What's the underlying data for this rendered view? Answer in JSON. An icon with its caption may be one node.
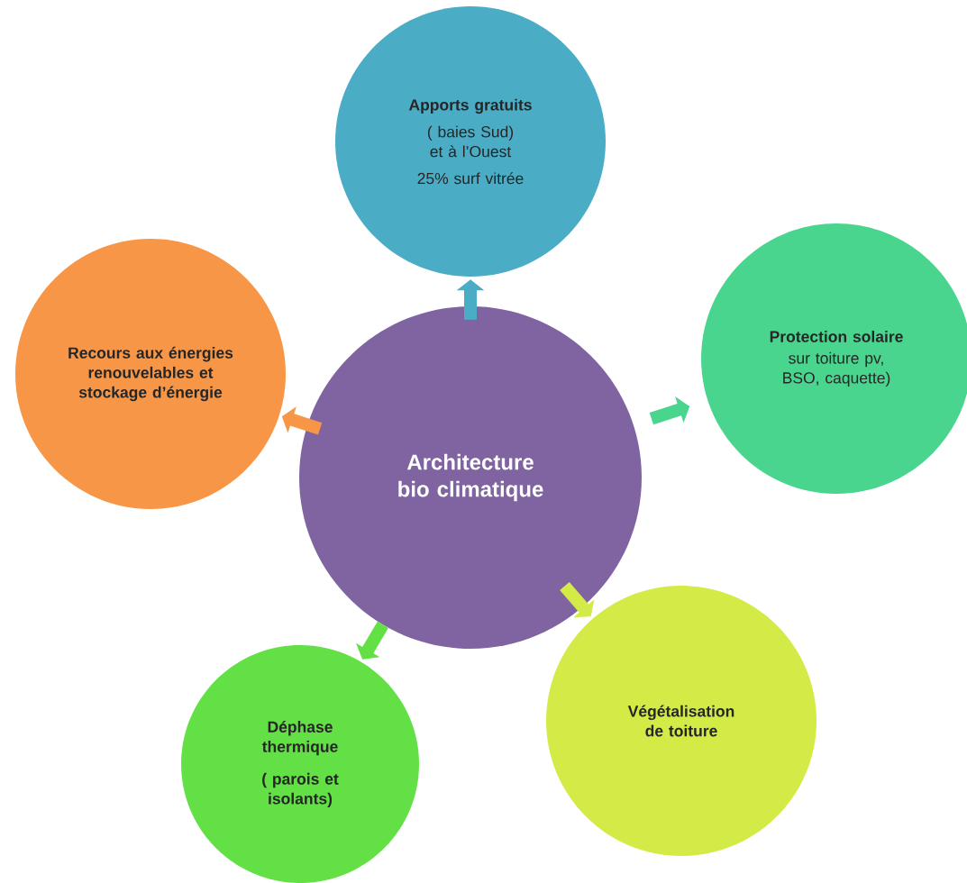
{
  "diagram": {
    "nodes": [
      {
        "text": [
          "Architecture bio climatique"
        ]
      },
      {
        "text": [
          "Apports gratuits",
          "( baies Sud) et à l’Ouest",
          "25% surf vitrée"
        ]
      },
      {
        "text": [
          "Protection solaire",
          "sur toiture pv, BSO, caquette)"
        ]
      },
      {
        "text": [
          "Végétalisation de toiture"
        ]
      },
      {
        "text": [
          "Déphase thermique",
          "( parois et isolants)"
        ]
      },
      {
        "text": [
          "Recours aux énergies renouvelables et stockage d’énergie"
        ]
      }
    ],
    "edges": [
      {
        "from": 0,
        "to": 1,
        "arrow": "to",
        "color": "#4bacc6"
      },
      {
        "from": 0,
        "to": 2,
        "arrow": "to",
        "color": "#4ad58f"
      },
      {
        "from": 0,
        "to": 3,
        "arrow": "to",
        "color": "#d4eb47"
      },
      {
        "from": 0,
        "to": 4,
        "arrow": "to",
        "color": "#62e046"
      },
      {
        "from": 0,
        "to": 5,
        "arrow": "to",
        "color": "#f79646"
      }
    ]
  }
}
